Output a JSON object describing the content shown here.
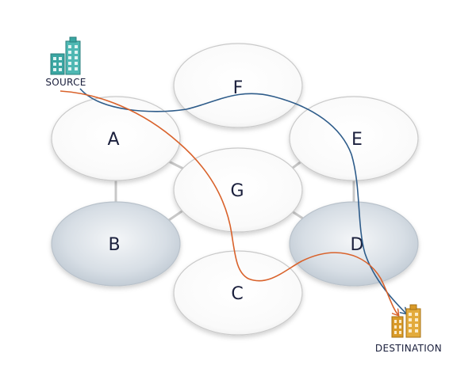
{
  "nodes": [
    {
      "id": "A",
      "label": "A",
      "shade": "light"
    },
    {
      "id": "B",
      "label": "B",
      "shade": "dark"
    },
    {
      "id": "C",
      "label": "C",
      "shade": "light"
    },
    {
      "id": "D",
      "label": "D",
      "shade": "dark"
    },
    {
      "id": "E",
      "label": "E",
      "shade": "light"
    },
    {
      "id": "F",
      "label": "F",
      "shade": "light"
    },
    {
      "id": "G",
      "label": "G",
      "shade": "light"
    }
  ],
  "source": {
    "label": "SOURCE",
    "icon": "teal-buildings-icon"
  },
  "destination": {
    "label": "DESTINATION",
    "icon": "orange-buildings-icon"
  },
  "paths": [
    {
      "name": "blue-path",
      "color": "#2e5c8a",
      "via": [
        "F",
        "E",
        "D"
      ]
    },
    {
      "name": "orange-path",
      "color": "#d9622b",
      "via": [
        "A",
        "G",
        "C",
        "D"
      ]
    }
  ],
  "colors": {
    "edge": "#c8c8c8",
    "node_stroke": "#c9c9c9",
    "light_fill": "#ffffff",
    "dark_fill": "#cdd6df",
    "teal": "#3aa6a2",
    "orange": "#d99a28"
  }
}
